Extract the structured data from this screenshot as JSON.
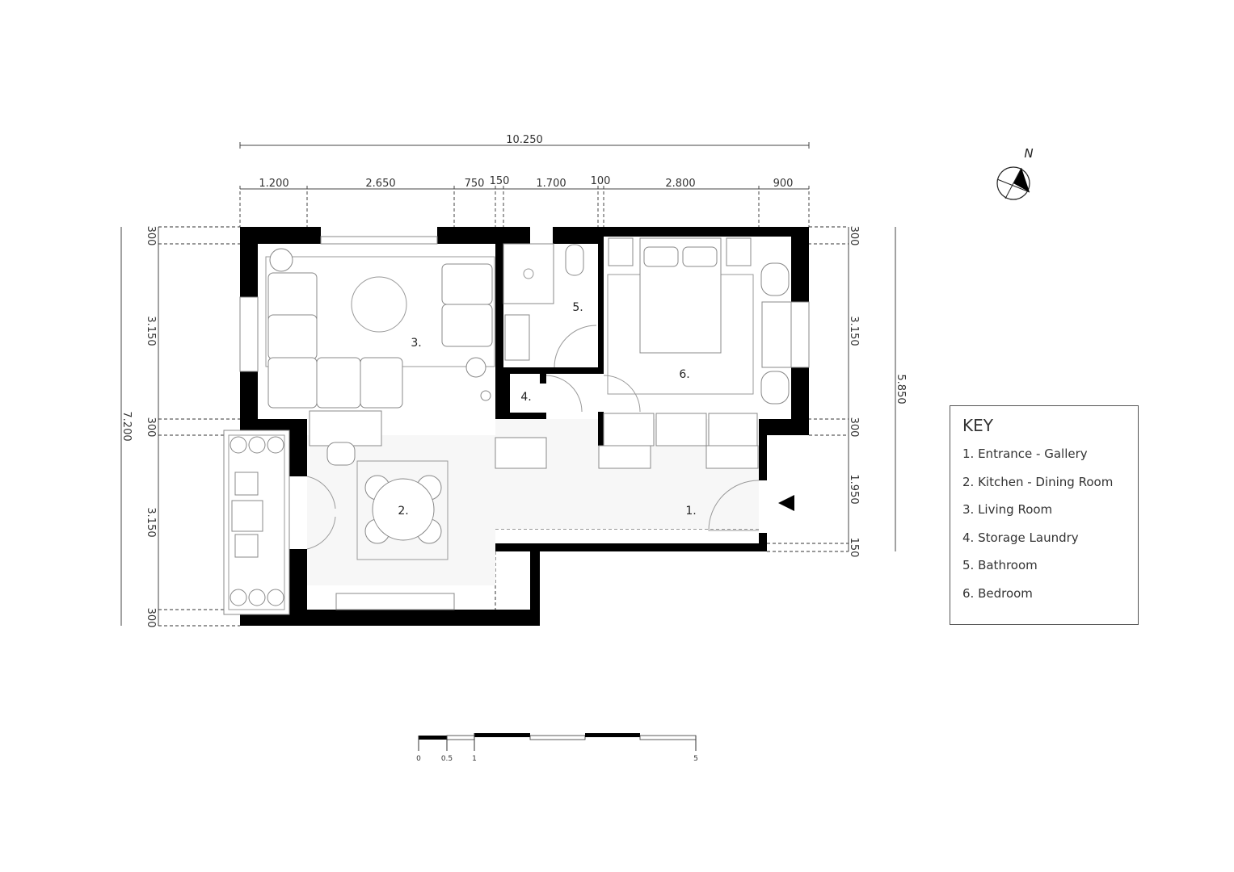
{
  "dimensions": {
    "overall_width": "10.250",
    "top_segments": [
      "1.200",
      "2.650",
      "750",
      "150",
      "1.700",
      "100",
      "2.800",
      "900"
    ],
    "left_overall": "7.200",
    "left_segments": [
      "300",
      "3.150",
      "300",
      "3.150",
      "300"
    ],
    "right_overall": "5.850",
    "right_segments": [
      "300",
      "3.150",
      "300",
      "1.950",
      "150"
    ]
  },
  "north_label": "N",
  "rooms": [
    "1.",
    "2.",
    "3.",
    "4.",
    "5.",
    "6."
  ],
  "key": {
    "title": "KEY",
    "items": [
      "1. Entrance - Gallery",
      "2. Kitchen - Dining Room",
      "3. Living Room",
      "4. Storage Laundry",
      "5. Bathroom",
      "6. Bedroom"
    ]
  },
  "scale_bar": {
    "labels": [
      "0",
      "0.5",
      "1",
      "5"
    ]
  }
}
